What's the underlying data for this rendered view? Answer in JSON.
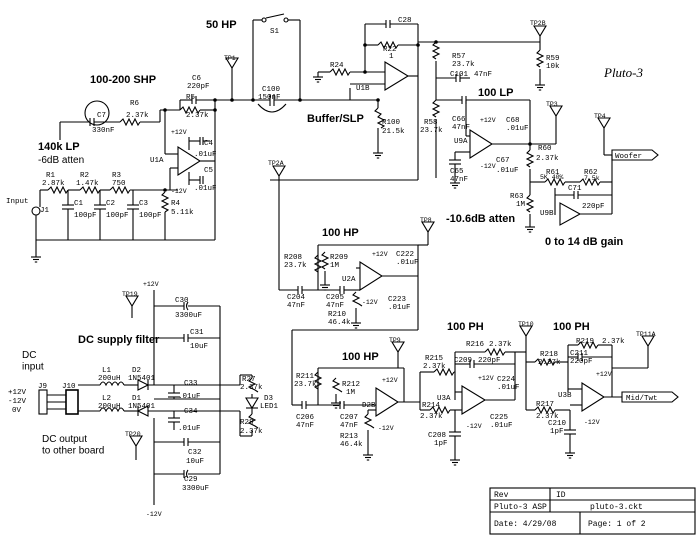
{
  "headings": {
    "hp50": "50 HP",
    "shp": "100-200 SHP",
    "lp140": "140k LP",
    "atten6": "-6dB atten",
    "buffer": "Buffer/SLP",
    "lp100": "100 LP",
    "atten10": "-10.6dB atten",
    "gain": "0 to 14 dB gain",
    "hp100a": "100 HP",
    "hp100b": "100 HP",
    "ph100a": "100 PH",
    "ph100b": "100 PH",
    "dcfilter": "DC supply filter",
    "dcinput": "DC\ninput",
    "dcoutput": "DC output\nto other board",
    "input": "Input",
    "signature": "Pluto-3"
  },
  "ports": {
    "woofer": "Woofer",
    "midtwt": "Mid/Twt"
  },
  "supply": {
    "p12": "+12V",
    "m12": "-12V",
    "v0": "0V"
  },
  "testpoints": [
    "TP1",
    "TP2A",
    "TP2B",
    "TP3",
    "TP4",
    "TP8",
    "TP9",
    "TP10",
    "TP11A",
    "TP19",
    "TP20"
  ],
  "parts": {
    "S1": "S1",
    "C28": "C28",
    "R22": "R22",
    "R22v": "1",
    "R24": "R24",
    "U1B": "U1B",
    "C100": "C100",
    "C100v": "150nF",
    "R100": "R100",
    "R100v": "21.5k",
    "C6": "C6",
    "C6v": "220pF",
    "R5": "R5",
    "R5v": "2.37k",
    "R6": "R6",
    "R6v": "2.37k",
    "C7": "C7",
    "C7v": "330nF",
    "C4": "C4",
    "C4v": ".01uF",
    "C5": "C5",
    "C5v": ".01uF",
    "U1A": "U1A",
    "R1": "R1",
    "R1v": "2.87k",
    "R2": "R2",
    "R2v": "1.47k",
    "R3": "R3",
    "R3v": "750",
    "C1": "C1",
    "C1v": "100pF",
    "C2": "C2",
    "C2v": "100pF",
    "C3": "C3",
    "C3v": "100pF",
    "R4": "R4",
    "R4v": "5.11k",
    "J1": "J1",
    "R57": "R57",
    "R57v": "23.7k",
    "C101": "C101",
    "C101v": "47nF",
    "R59": "R59",
    "R59v": "10k",
    "R58": "R58",
    "R58v": "23.7k",
    "C66": "C66",
    "C66v": "47nF",
    "C68": "C68",
    "C68v": ".01uF",
    "C67": "C67",
    "C67v": ".01uF",
    "U9A": "U9A",
    "C65": "C65",
    "C65v": "47nF",
    "R60": "R60",
    "R60v": "2.37k",
    "R61": "R61",
    "R61v": "5K 40%",
    "R62": "R62",
    "R62v": "7.5k",
    "C71": "C71",
    "C71v": "220pF",
    "R63": "R63",
    "R63v": "1M",
    "U9B": "U9B",
    "R208": "R208",
    "R208v": "23.7k",
    "R209": "R209",
    "R209v": "1M",
    "C222": "C222",
    "C222v": ".01uF",
    "U2A": "U2A",
    "C204": "C204",
    "C204v": "47nF",
    "C205": "C205",
    "C205v": "47nF",
    "C223": "C223",
    "C223v": ".01uF",
    "R210": "R210",
    "R210v": "46.4k",
    "R211": "R211",
    "R211v": "23.7k",
    "R212": "R212",
    "R212v": "1M",
    "D2B": "D2B",
    "C206": "C206",
    "C206v": "47nF",
    "C207": "C207",
    "C207v": "47nF",
    "R213": "R213",
    "R213v": "46.4k",
    "R215": "R215",
    "R215v": "2.37k",
    "C209": "C209",
    "C209v": "220pF",
    "R216": "R216",
    "R216v": "2.37k",
    "R214": "R214",
    "R214v": "2.37k",
    "U3A": "U3A",
    "C224": "C224",
    "C224v": ".01uF",
    "C225": "C225",
    "C225v": ".01uF",
    "C208": "C208",
    "C208v": "1pF",
    "R218": "R218",
    "R218v": "2.37k",
    "C211": "C211",
    "C211v": "220pF",
    "R219": "R219",
    "R219v": "2.37k",
    "R217": "R217",
    "R217v": "2.37k",
    "U3B": "U3B",
    "C210": "C210",
    "C210v": "1pF",
    "C30": "C30",
    "C30v": "3300uF",
    "C31": "C31",
    "C31v": "10uF",
    "L1": "L1",
    "L1v": "200uH",
    "D2": "D2",
    "D2v": "1N5401",
    "L2": "L2",
    "L2v": "200uH",
    "D1": "D1",
    "D1v": "1N5401",
    "C33": "C33",
    "C33v": ".01uF",
    "C34": "C34",
    "C34v": ".01uF",
    "R27": "R27",
    "R27v": "2.37k",
    "D3": "D3",
    "D3v": "LED1",
    "R28": "R28",
    "R28v": "2.37k",
    "C32": "C32",
    "C32v": "10uF",
    "C29": "C29",
    "C29v": "3300uF",
    "J9": "J9",
    "J10": "J10"
  },
  "titleblock": {
    "rev_label": "Rev",
    "id_label": "ID",
    "rev_value": "Pluto-3 ASP",
    "file": "pluto-3.ckt",
    "date": "Date: 4/29/08",
    "page": "Page: 1 of 2"
  }
}
